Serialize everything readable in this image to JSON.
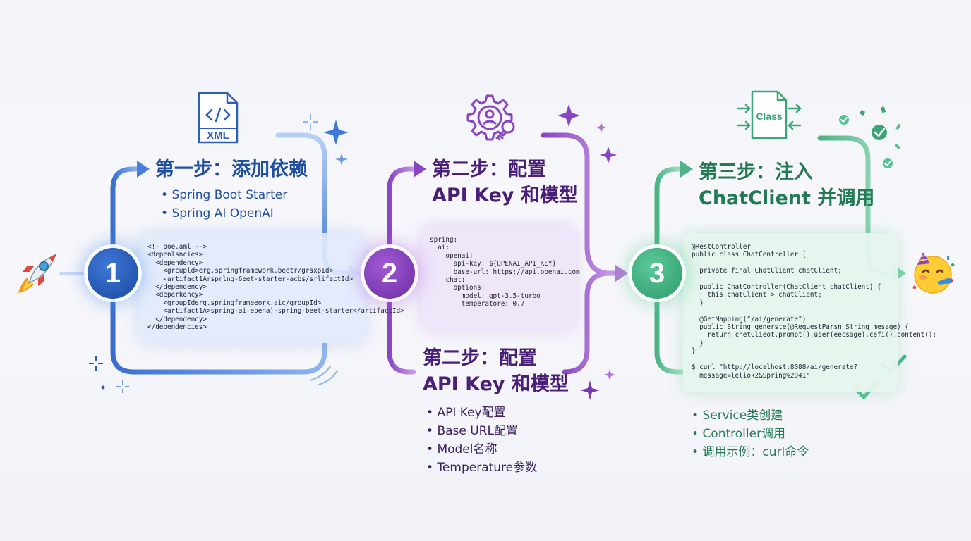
{
  "steps": [
    {
      "number": "1",
      "title": "第一步：添加依赖",
      "bullets": [
        "Spring Boot Starter",
        "Spring AI OpenAI"
      ],
      "icon": "xml-file-icon",
      "icon_label": "XML",
      "code": "<!- poe.aml -->\n<depenlsncies>\n  <dependency>\n    <grcupld>erg.springframework.beetr/grsxpId>\n    <artifact1Arsprlng-6eet-starter-acbs/srlifactId>\n  </dependency>\n  <deperkency>\n    <groupIderg.springframeeork.aic/groupId>\n    <artifact1A>spring-ai-epena)-spring-beet-starter</artifactId>\n  </dependency>\n</dependencies>"
    },
    {
      "number": "2",
      "title_top": [
        "第二步：配置",
        "API Key 和模型"
      ],
      "title_bottom": [
        "第二步：配置",
        "API Key 和模型"
      ],
      "bullets": [
        "API Key配置",
        "Base URL配置",
        "Model名称",
        "Temperature参数"
      ],
      "icon": "gear-user-key-icon",
      "code": "spring:\n  ai:\n    openai:\n      api-key: ${OPENAI_API_KEY}\n      base-url: https://api.openai.com\n    chat:\n      options:\n        model: gpt-3.5-turbo\n        temperatore: 0.7"
    },
    {
      "number": "3",
      "title": [
        "第三步：注入",
        "ChatClient 并调用"
      ],
      "bullets": [
        "Service类创建",
        "Controller调用",
        "调用示例：curl命令"
      ],
      "icon": "class-file-icon",
      "icon_label": "Class",
      "code": "@RestController\npublic class ChatCentreller {\n\n  private final ChatClient chatClient;\n\n  public ChatController(ChatClient chatClient) {\n    this.chatClient > chatClient;\n  }\n\n  @GetMapping(\"/ai/generate\")\n  public String generste(@RequestParsn String mesage) {\n    return chetClieot.prompt().user(eecsage).cefi().content();\n  }\n}\n\n$ curl \"http://localhost:8088/ai/generate?\n  message=leliok2&Spring%2041\""
    }
  ],
  "decorations": {
    "start_icon": "rocket-icon",
    "end_icon": "party-face-icon",
    "sparkle_icons": "sparkle-icon",
    "check_icons": "checkmark-icon"
  },
  "colors": {
    "step1": "#4a7fd8",
    "step2": "#9b55cc",
    "step3": "#55bf8d",
    "title1": "#1f4fa0",
    "title2": "#4a1f78",
    "title3": "#237a55"
  }
}
